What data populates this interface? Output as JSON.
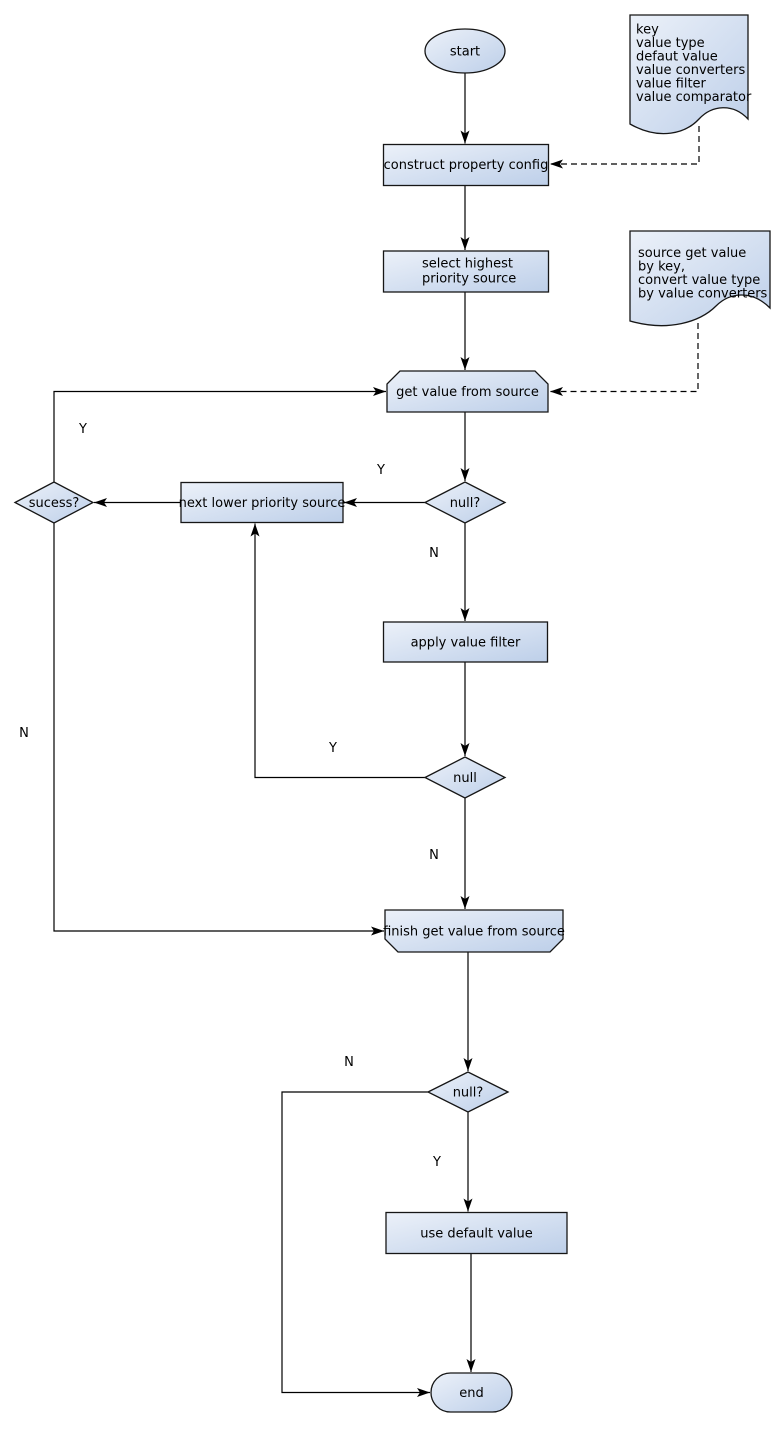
{
  "diagram": {
    "kind": "flowchart",
    "background": "#ffffff"
  },
  "colors": {
    "shape_fill_light": "#ecf1f9",
    "shape_fill_dark": "#bdcfe9",
    "shape_border": "#161616",
    "edge_line": "#000000",
    "text": "#000000"
  },
  "nodes": {
    "start": {
      "label": "start",
      "shape": "ellipse"
    },
    "construct_property_config": {
      "label": "construct property config",
      "shape": "rectangle"
    },
    "select_highest_priority_source": {
      "lines": [
        "select highest",
        "priority source"
      ],
      "shape": "rectangle"
    },
    "get_value_from_source": {
      "label": "get value from source",
      "shape": "rect-beveled-top"
    },
    "null_check_1": {
      "label": "null?",
      "shape": "diamond"
    },
    "next_lower_priority_source": {
      "label": "next lower priority source",
      "shape": "rectangle"
    },
    "success_check": {
      "label": "sucess?",
      "shape": "diamond"
    },
    "apply_value_filter": {
      "label": "apply value filter",
      "shape": "rectangle"
    },
    "null_check_2": {
      "label": "null",
      "shape": "diamond"
    },
    "finish_get_value_from_source": {
      "label": "finish get value from source",
      "shape": "rect-beveled-bottom"
    },
    "null_check_3": {
      "label": "null?",
      "shape": "diamond"
    },
    "use_default_value": {
      "label": "use default value",
      "shape": "rectangle"
    },
    "end": {
      "label": "end",
      "shape": "stadium"
    }
  },
  "notes": {
    "property_config_note": {
      "lines": [
        "key",
        "value type",
        "defaut value",
        "value converters",
        "value filter",
        "value comparator"
      ]
    },
    "source_note": {
      "lines": [
        "source get value",
        "by key,",
        "convert value type",
        "by value converters"
      ]
    }
  },
  "edge_labels": {
    "null1_yes": "Y",
    "null1_no": "N",
    "success_yes": "Y",
    "success_no": "N",
    "null2_yes": "Y",
    "null2_no": "N",
    "null3_no": "N",
    "null3_yes": "Y"
  }
}
